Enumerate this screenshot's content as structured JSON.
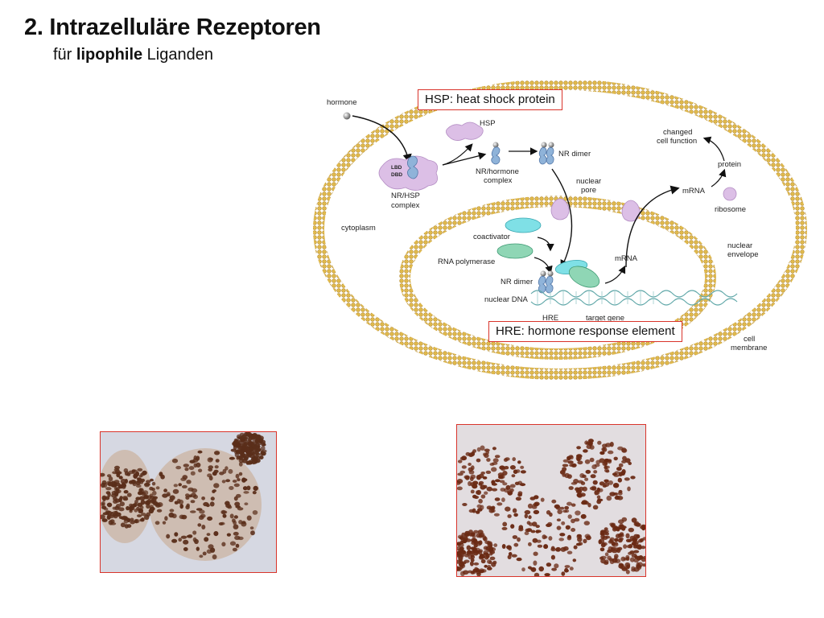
{
  "header": {
    "title": "2. Intrazelluläre Rezeptoren",
    "subtitle_prefix": "für ",
    "subtitle_bold": "lipophile",
    "subtitle_suffix": " Liganden"
  },
  "callouts": {
    "hsp": "HSP: heat shock protein",
    "hre": "HRE: hormone response element"
  },
  "diagram_labels": {
    "hormone": "hormone",
    "lbd": "LBD",
    "dbd": "DBD",
    "nr_hsp_complex_1": "NR/HSP",
    "nr_hsp_complex_2": "complex",
    "hsp": "HSP",
    "nr_hormone_complex_1": "NR/hormone",
    "nr_hormone_complex_2": "complex",
    "nr_dimer_top": "NR dimer",
    "nuclear_pore_1": "nuclear",
    "nuclear_pore_2": "pore",
    "changed_cell_function_1": "changed",
    "changed_cell_function_2": "cell function",
    "protein": "protein",
    "mrna_top": "mRNA",
    "ribosome": "ribosome",
    "cytoplasm": "cytoplasm",
    "coactivator": "coactivator",
    "rna_polymerase": "RNA polymerase",
    "nr_dimer_bottom": "NR dimer",
    "nuclear_dna": "nuclear DNA",
    "hre": "HRE",
    "target_gene": "target gene",
    "mrna_nucleus": "mRNA",
    "nuclear_envelope_1": "nuclear",
    "nuclear_envelope_2": "envelope",
    "cell_membrane_1": "cell",
    "cell_membrane_2": "membrane"
  },
  "colors": {
    "membrane": "#d8b04a",
    "membrane_inner": "#f3e2a6",
    "hsp": "#dcbfe6",
    "receptor": "#8fb3d9",
    "coactivator": "#7fe0e6",
    "polymerase": "#8fd6b5",
    "callout_border": "#d9342b",
    "nucleus_stain": "#5a2e1a",
    "tissue_bg": "#d9dbe3"
  }
}
